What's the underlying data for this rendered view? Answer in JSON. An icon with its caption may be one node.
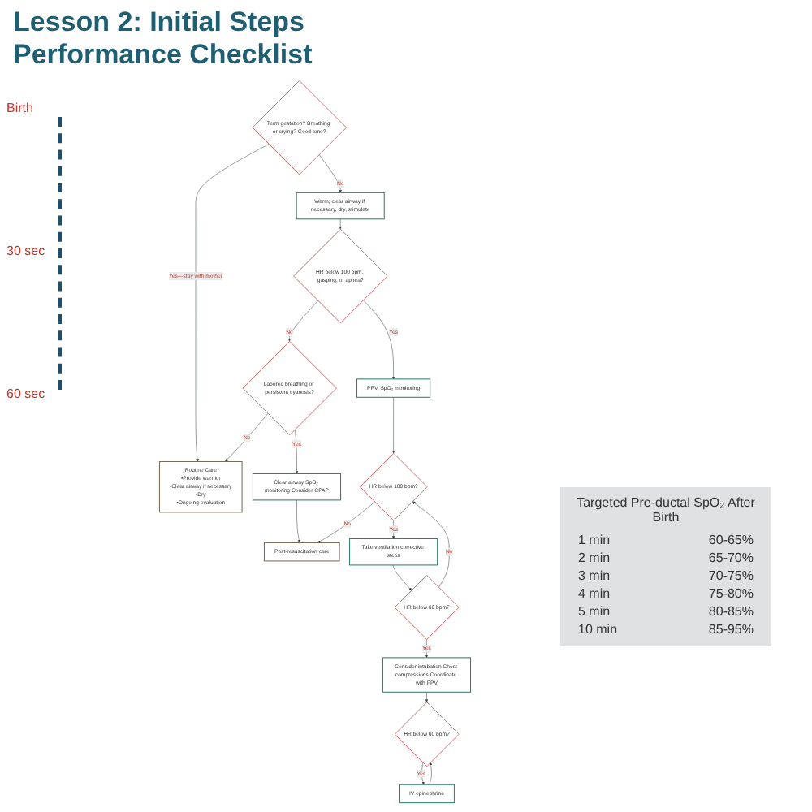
{
  "diagram": {
    "title": "Lesson 2: Initial Steps Performance Checklist",
    "nodes": [
      {
        "text": [
          "Term gestation? Breathing or crying? Good tone?"
        ]
      },
      {
        "text": [
          "Routine Care",
          "•Provide warmth",
          "•Clear airway if necessary",
          "•Dry",
          "•Ongoing evaluation"
        ]
      },
      {
        "text": [
          "Warm, clear airway if necessary, dry, stimulate"
        ]
      },
      {
        "text": [
          "HR below 100 bpm, gasping, or apnea?"
        ]
      },
      {
        "text": [
          "Labored breathing or persistent cyanosis?"
        ]
      },
      {
        "text": [
          "PPV, SpO₂ monitoring"
        ]
      },
      {
        "text": [
          "Clear airway SpO₂ monitoring Consider CPAP"
        ]
      },
      {
        "text": [
          "HR below 100 bpm?"
        ]
      },
      {
        "text": [
          "Take ventilation corrective steps"
        ]
      },
      {
        "text": [
          "Post-resuscitation care"
        ]
      },
      {
        "text": [
          "HR below 60 bpm?"
        ]
      },
      {
        "text": [
          "Consider intubation Chest compressions Coordinate with PPV"
        ]
      },
      {
        "text": [
          "HR below 60 bpm?"
        ]
      },
      {
        "text": [
          "IV epinephrine"
        ]
      }
    ],
    "edges": [
      {
        "from": 0,
        "to": 1,
        "arrow": "to",
        "label": "Yes—stay with mother"
      },
      {
        "from": 0,
        "to": 2,
        "arrow": "to",
        "label": "No"
      },
      {
        "from": 2,
        "to": 3,
        "arrow": "to"
      },
      {
        "from": 3,
        "to": 4,
        "arrow": "to",
        "label": "No"
      },
      {
        "from": 4,
        "to": 1,
        "arrow": "to",
        "label": "No"
      },
      {
        "from": 3,
        "to": 5,
        "arrow": "to",
        "label": "Yes"
      },
      {
        "from": 4,
        "to": 6,
        "arrow": "to",
        "label": "Yes"
      },
      {
        "from": 5,
        "to": 7,
        "arrow": "to"
      },
      {
        "from": 6,
        "to": 9,
        "arrow": "to"
      },
      {
        "from": 7,
        "to": 9,
        "arrow": "to",
        "label": "No"
      },
      {
        "from": 7,
        "to": 8,
        "arrow": "to",
        "label": "Yes"
      },
      {
        "from": 8,
        "to": 10,
        "arrow": "to"
      },
      {
        "from": 10,
        "to": 7,
        "arrow": "to",
        "label": "No"
      },
      {
        "from": 10,
        "to": 11,
        "arrow": "to",
        "label": "Yes"
      },
      {
        "from": 11,
        "to": 12,
        "arrow": "to"
      },
      {
        "from": 12,
        "to": 13,
        "arrow": "to",
        "label": "Yes"
      },
      {
        "from": 13,
        "to": 12,
        "arrow": "to"
      }
    ],
    "labels": [
      "Birth",
      "30 sec",
      "60 sec",
      "Targeted Pre-ductal SpO₂ After Birth",
      "1 min",
      "60-65%",
      "2 min",
      "65-70%",
      "3 min",
      "70-75%",
      "4 min",
      "75-80%",
      "5 min",
      "80-85%",
      "10 min",
      "85-95%"
    ]
  }
}
